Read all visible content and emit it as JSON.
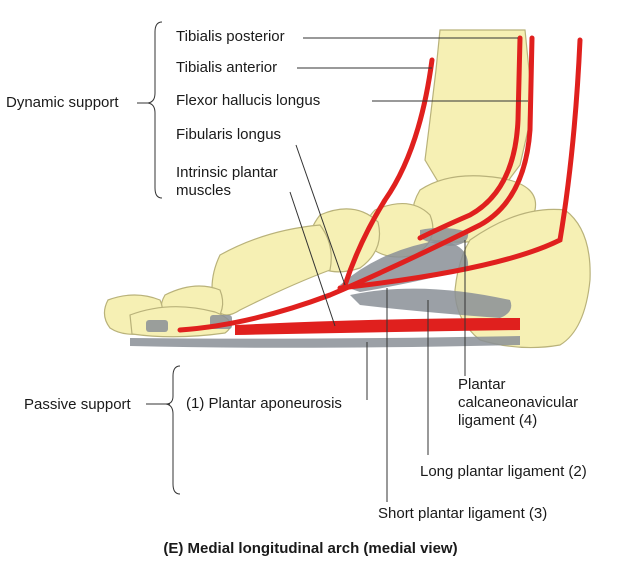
{
  "labels": {
    "dynamic_support": "Dynamic support",
    "tibialis_posterior": "Tibialis posterior",
    "tibialis_anterior": "Tibialis anterior",
    "flexor_hallucis_longus": "Flexor hallucis longus",
    "fibularis_longus": "Fibularis longus",
    "intrinsic_plantar_1": "Intrinsic plantar",
    "intrinsic_plantar_2": "muscles",
    "passive_support": "Passive support",
    "plantar_aponeurosis": "(1) Plantar aponeurosis",
    "calcaneonavicular_1": "Plantar",
    "calcaneonavicular_2": "calcaneonavicular",
    "calcaneonavicular_3": "ligament (4)",
    "long_plantar_ligament": "Long plantar ligament (2)",
    "short_plantar_ligament": "Short plantar ligament (3)"
  },
  "caption": "(E) Medial longitudinal arch (medial view)",
  "colors": {
    "bone": "#f6f0b4",
    "bone_outline": "#b9b27a",
    "muscle": "#e0201e",
    "ligament": "#8a8f96",
    "leader": "#333333"
  }
}
